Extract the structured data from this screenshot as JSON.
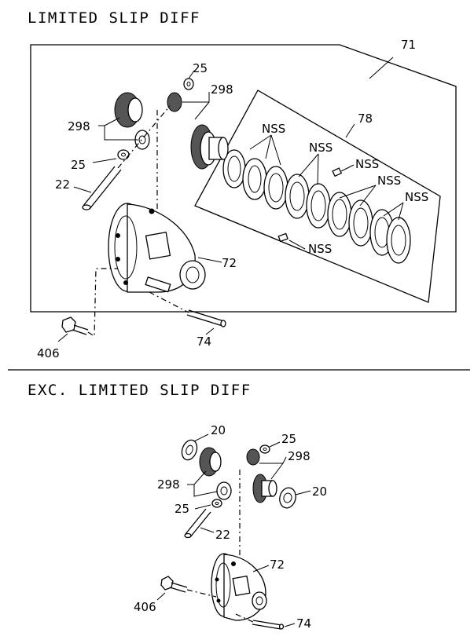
{
  "sections": {
    "lsd": {
      "title": "LIMITED SLIP DIFF"
    },
    "exc": {
      "title": "EXC. LIMITED SLIP DIFF"
    }
  },
  "lsd_callouts": {
    "c71": "71",
    "c78": "78",
    "c25a": "25",
    "c298a": "298",
    "c298b": "298",
    "c25b": "25",
    "c22": "22",
    "c72": "72",
    "c406": "406",
    "c74": "74",
    "nss1": "NSS",
    "nss2": "NSS",
    "nss3": "NSS",
    "nss4": "NSS",
    "nss5": "NSS",
    "nss6": "NSS"
  },
  "exc_callouts": {
    "c20a": "20",
    "c25a": "25",
    "c298a": "298",
    "c298b": "298",
    "c20b": "20",
    "c25b": "25",
    "c22": "22",
    "c72": "72",
    "c406": "406",
    "c74": "74"
  }
}
